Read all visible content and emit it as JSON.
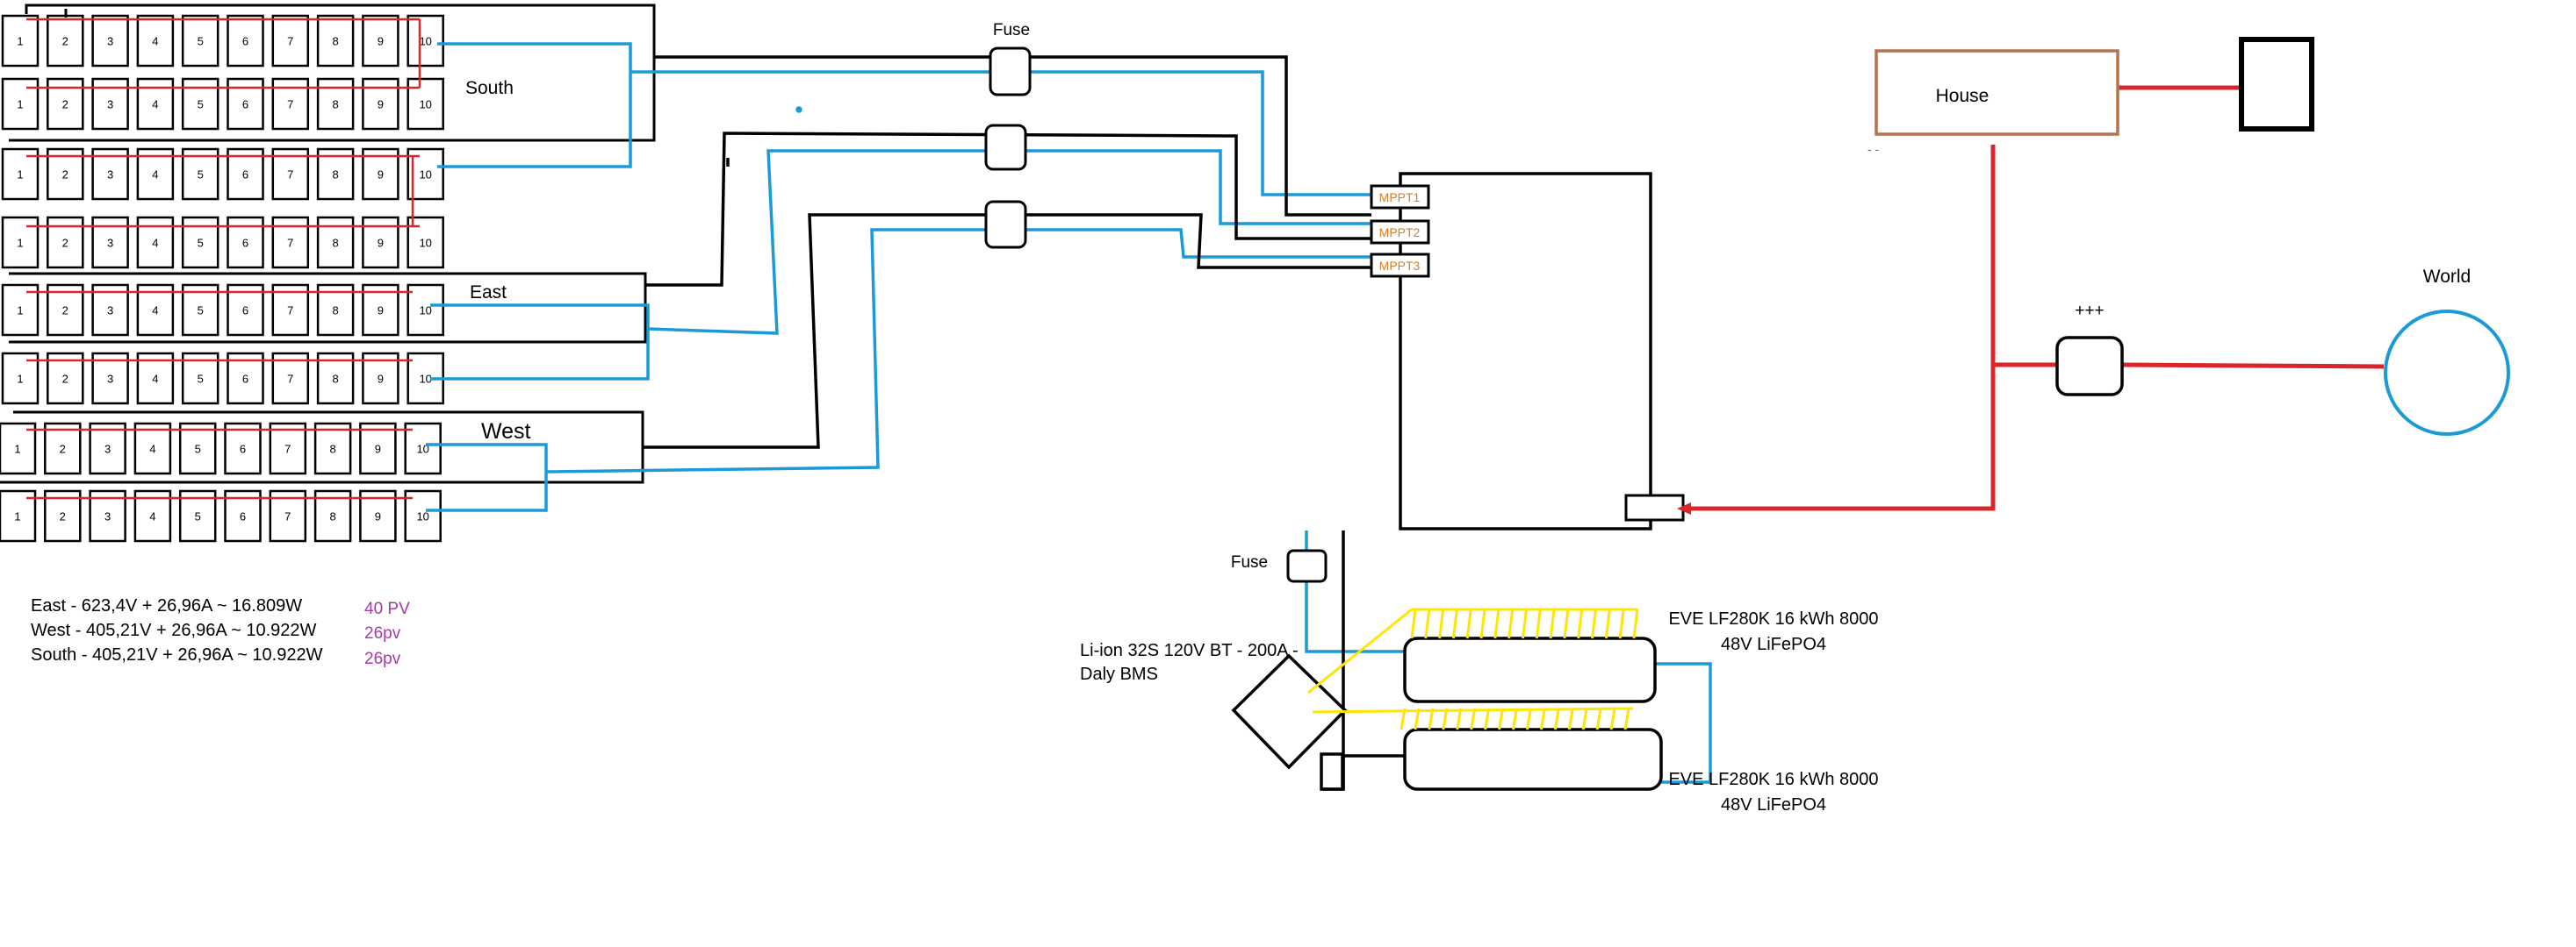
{
  "panel_numbers": [
    "1",
    "2",
    "3",
    "4",
    "5",
    "6",
    "7",
    "8",
    "9",
    "10"
  ],
  "arrays": [
    {
      "label": "South",
      "rows": 4
    },
    {
      "label": "East",
      "rows": 2
    },
    {
      "label": "West",
      "rows": 2
    }
  ],
  "fuses": {
    "top_label": "Fuse",
    "battery_label": "Fuse"
  },
  "inverter": {
    "mppt": [
      "MPPT1",
      "MPPT2",
      "MPPT3"
    ]
  },
  "house": {
    "label": "House"
  },
  "meter": {
    "label": "+++"
  },
  "world": {
    "label": "World"
  },
  "bms": {
    "line1": "Li-ion 32S 120V BT - 200A -",
    "line2": "Daly BMS"
  },
  "batteries": [
    {
      "line1": "EVE LF280K 16 kWh 8000",
      "line2": "48V LiFePO4"
    },
    {
      "line1": "EVE LF280K 16 kWh 8000",
      "line2": "48V LiFePO4"
    }
  ],
  "specs": [
    {
      "text": "East - 623,4V + 26,96A ~ 16.809W",
      "pv": "40 PV"
    },
    {
      "text": "West - 405,21V + 26,96A ~ 10.922W",
      "pv": "26pv"
    },
    {
      "text": "South - 405,21V + 26,96A  ~ 10.922W",
      "pv": "26pv"
    }
  ],
  "colors": {
    "dc_positive": "#1a9ad6",
    "ac": "#d9262b",
    "bms_wires": "#ffe600",
    "house_border": "#b5734e",
    "mppt_text": "#e07a1c",
    "pv_count": "#a23ba8"
  }
}
